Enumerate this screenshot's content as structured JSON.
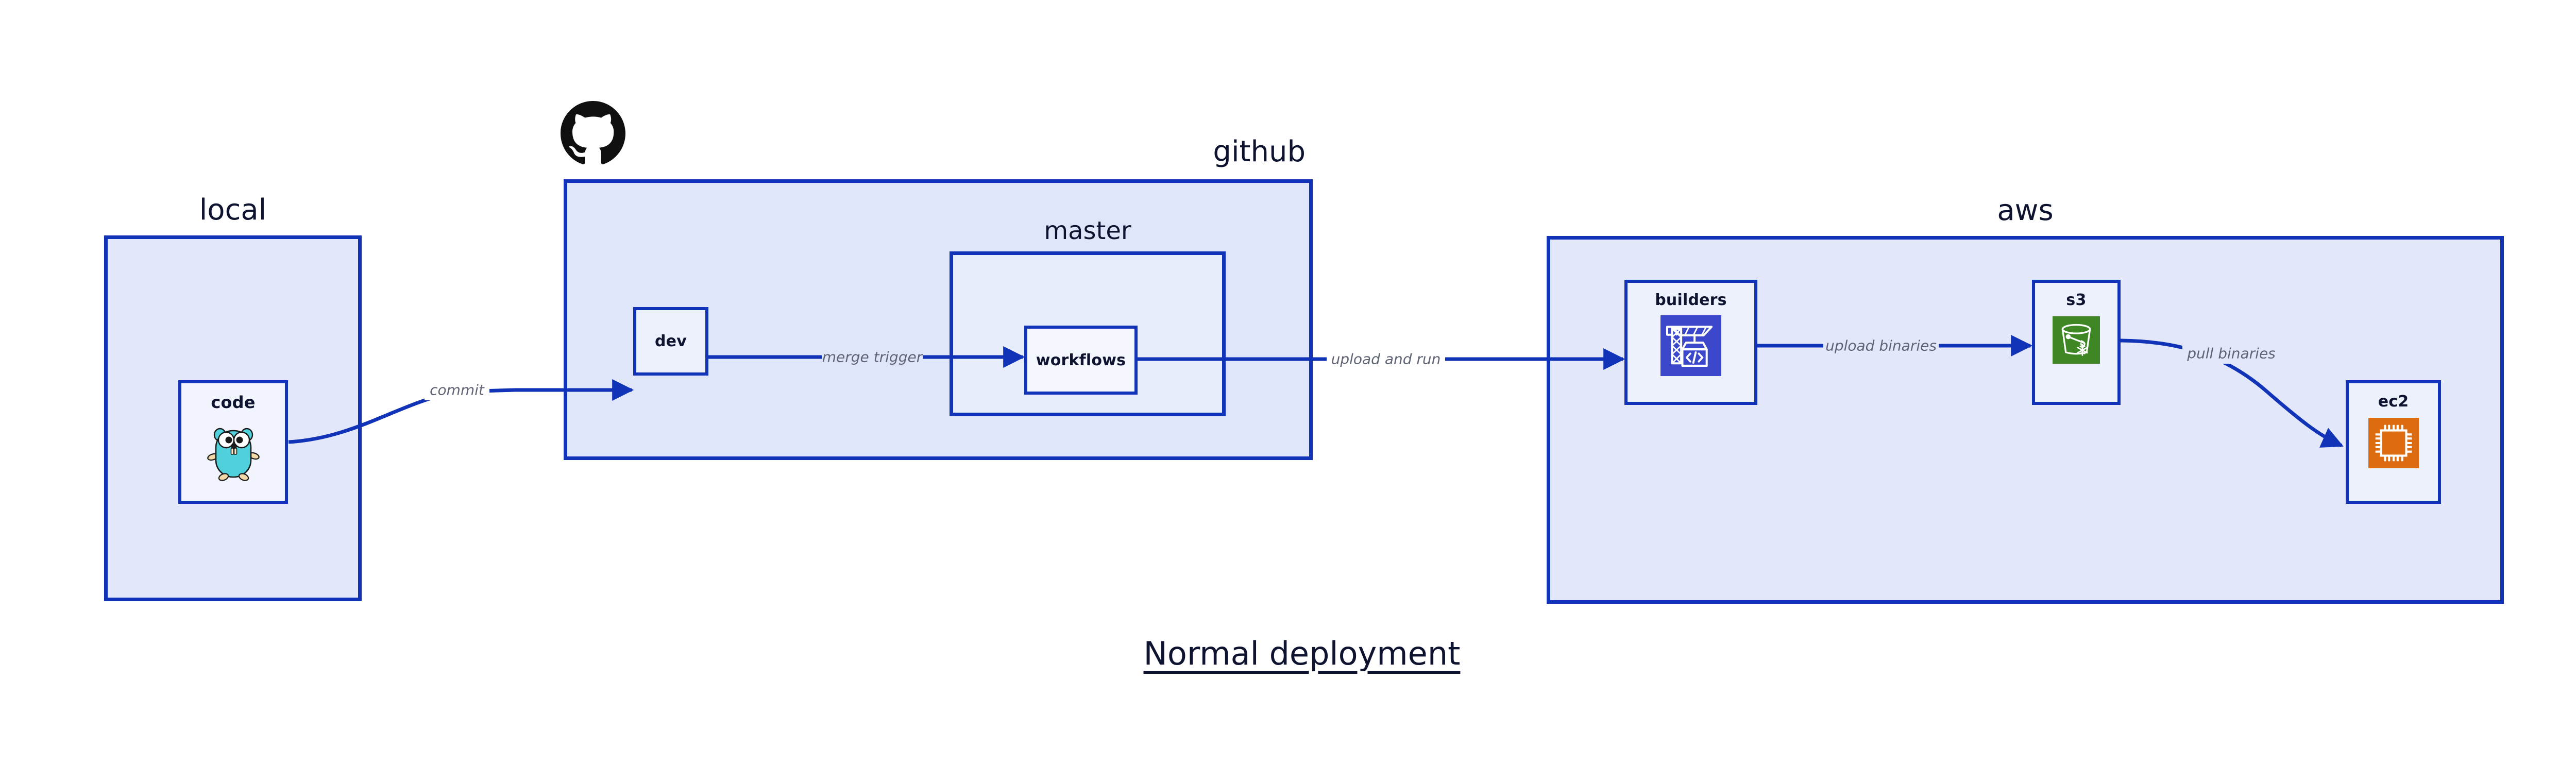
{
  "diagram": {
    "title": "Normal deployment",
    "accent_border": "#1133B8",
    "label_color": "#0E1330",
    "edge_label_color": "#5F6475",
    "background": "#FFFFFF"
  },
  "groups": [
    {
      "id": "local",
      "label": "local",
      "fill": "#E2E7FA",
      "label_align": "center"
    },
    {
      "id": "github",
      "label": "github",
      "fill": "#E0E6FA",
      "label_align": "right",
      "logo": "github-octocat-icon"
    },
    {
      "id": "master",
      "label": "master",
      "fill": "#E8EDFB",
      "label_align": "center"
    },
    {
      "id": "aws",
      "label": "aws",
      "fill": "#E2E7FA",
      "label_align": "center"
    }
  ],
  "nodes": [
    {
      "id": "code",
      "label": "code",
      "icon": "go-gopher-icon",
      "fill": "#F1F4FD",
      "group": "local"
    },
    {
      "id": "dev",
      "label": "dev",
      "icon": null,
      "fill": "#EDF1FC",
      "group": "github"
    },
    {
      "id": "workflows",
      "label": "workflows",
      "icon": null,
      "fill": "#F5F7FE",
      "group": "master"
    },
    {
      "id": "builders",
      "label": "builders",
      "icon": "aws-codebuild-crane-icon",
      "icon_color": "#3B48CC",
      "fill": "#EDF1FC",
      "group": "aws"
    },
    {
      "id": "s3",
      "label": "s3",
      "icon": "aws-s3-bucket-icon",
      "icon_color": "#3F8624",
      "fill": "#EDF1FC",
      "group": "aws"
    },
    {
      "id": "ec2",
      "label": "ec2",
      "icon": "aws-ec2-chip-icon",
      "icon_color": "#DD6B10",
      "fill": "#EDF1FC",
      "group": "aws"
    }
  ],
  "edges": [
    {
      "id": "commit",
      "label": "commit",
      "from": "code",
      "to": "dev"
    },
    {
      "id": "merge-trigger",
      "label": "merge trigger",
      "from": "dev",
      "to": "workflows"
    },
    {
      "id": "upload-run",
      "label": "upload and run",
      "from": "workflows",
      "to": "builders"
    },
    {
      "id": "upload-bin",
      "label": "upload binaries",
      "from": "builders",
      "to": "s3"
    },
    {
      "id": "pull-bin",
      "label": "pull binaries",
      "from": "s3",
      "to": "ec2"
    }
  ]
}
